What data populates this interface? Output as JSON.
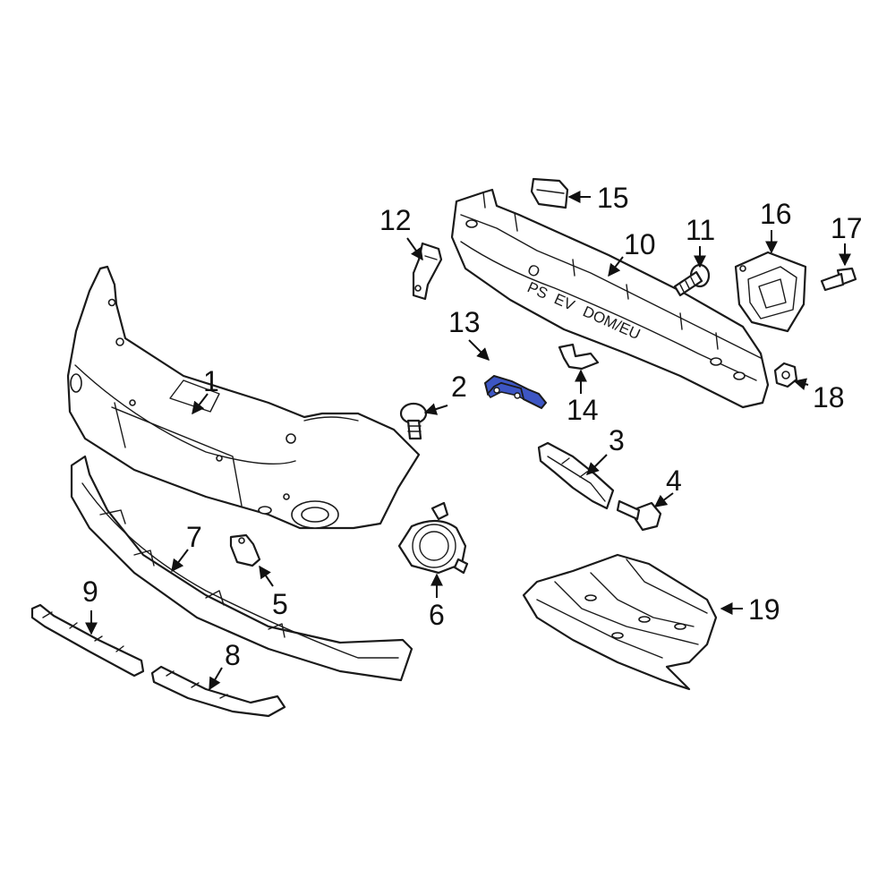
{
  "diagram": {
    "highlight_color": "#3d56c4",
    "outline_color": "#1a1a1a",
    "stamp_text": [
      "O",
      "PS",
      "EV",
      "DOM/EU"
    ],
    "callouts": [
      {
        "id": "1",
        "label": "1"
      },
      {
        "id": "2",
        "label": "2"
      },
      {
        "id": "3",
        "label": "3"
      },
      {
        "id": "4",
        "label": "4"
      },
      {
        "id": "5",
        "label": "5"
      },
      {
        "id": "6",
        "label": "6"
      },
      {
        "id": "7",
        "label": "7"
      },
      {
        "id": "8",
        "label": "8"
      },
      {
        "id": "9",
        "label": "9"
      },
      {
        "id": "10",
        "label": "10"
      },
      {
        "id": "11",
        "label": "11"
      },
      {
        "id": "12",
        "label": "12"
      },
      {
        "id": "13",
        "label": "13",
        "highlighted": true
      },
      {
        "id": "14",
        "label": "14"
      },
      {
        "id": "15",
        "label": "15"
      },
      {
        "id": "16",
        "label": "16"
      },
      {
        "id": "17",
        "label": "17"
      },
      {
        "id": "18",
        "label": "18"
      },
      {
        "id": "19",
        "label": "19"
      }
    ]
  }
}
